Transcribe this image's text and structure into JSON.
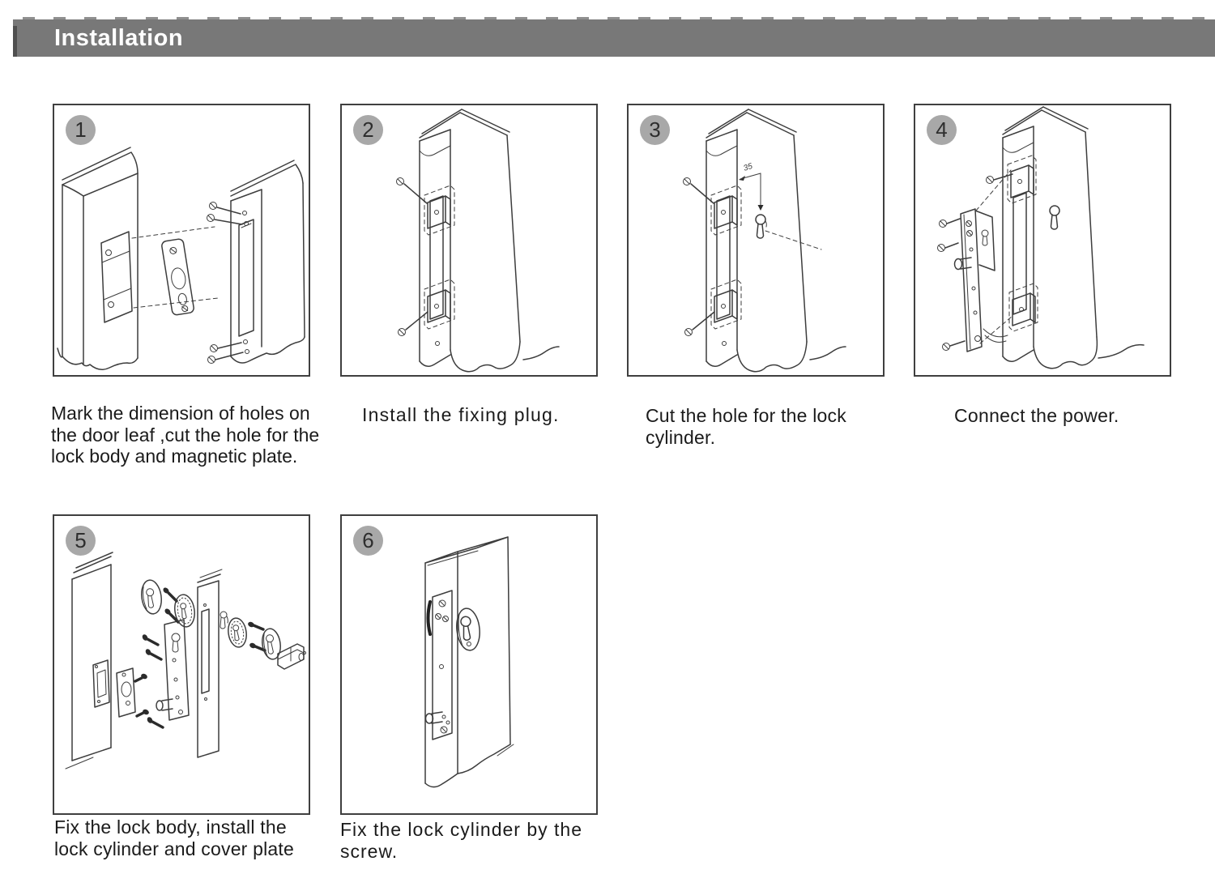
{
  "header": {
    "title": "Installation"
  },
  "steps": [
    {
      "number": "1",
      "caption": "Mark the dimension of holes on the door leaf ,cut the hole for the lock body and magnetic plate."
    },
    {
      "number": "2",
      "caption": "Install the fixing plug."
    },
    {
      "number": "3",
      "caption": "Cut the hole for the lock cylinder.",
      "dimension_label": "35"
    },
    {
      "number": "4",
      "caption": "Connect the power."
    },
    {
      "number": "5",
      "caption": "Fix the lock body, install the lock cylinder and cover plate"
    },
    {
      "number": "6",
      "caption": "Fix the lock cylinder by the screw."
    }
  ],
  "colors": {
    "page_bg": "#ffffff",
    "header_bar": "#787878",
    "header_dash": "#8f8f8f",
    "header_text": "#ffffff",
    "badge_bg": "#a8a8a8",
    "badge_text": "#2e2e2e",
    "panel_border": "#3f3f3f",
    "line_art": "#3d3d3d",
    "caption_text": "#1b1b1b"
  }
}
